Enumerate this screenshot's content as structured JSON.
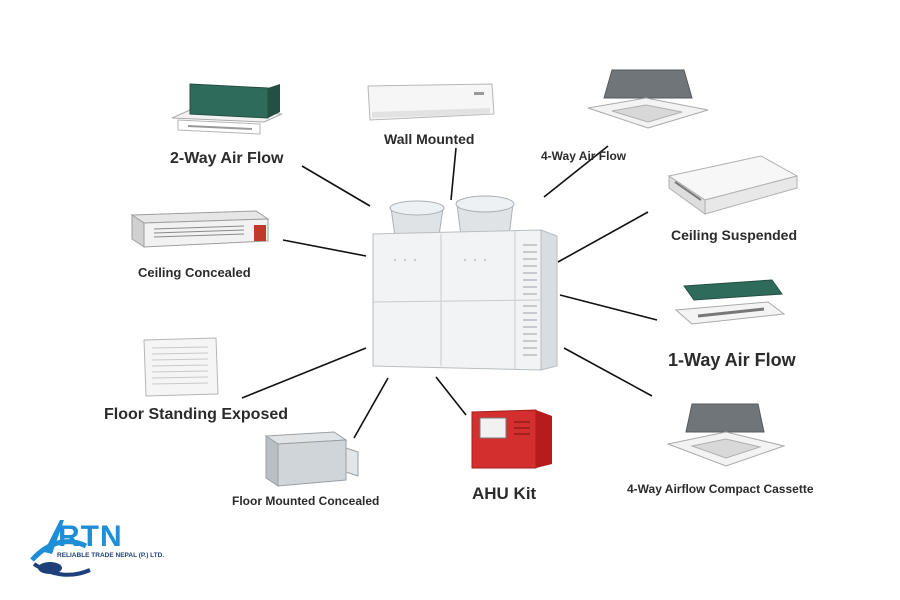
{
  "diagram": {
    "central_unit": {
      "icon": "outdoor-vrf-unit-icon"
    },
    "indoor_units": [
      {
        "id": "two-way",
        "label": "2-Way Air Flow",
        "icon": "two-way-cassette-icon"
      },
      {
        "id": "wall",
        "label": "Wall Mounted",
        "icon": "wall-mounted-ac-icon"
      },
      {
        "id": "four-way",
        "label": "4-Way Air Flow",
        "icon": "four-way-cassette-icon"
      },
      {
        "id": "ceiling-suspended",
        "label": "Ceiling Suspended",
        "icon": "ceiling-suspended-ac-icon"
      },
      {
        "id": "ceiling-concealed",
        "label": "Ceiling Concealed",
        "icon": "ceiling-concealed-duct-icon"
      },
      {
        "id": "one-way",
        "label": "1-Way Air Flow",
        "icon": "one-way-cassette-icon"
      },
      {
        "id": "floor-standing",
        "label": "Floor Standing Exposed",
        "icon": "floor-standing-ac-icon"
      },
      {
        "id": "floor-concealed",
        "label": "Floor Mounted Concealed",
        "icon": "floor-concealed-ac-icon"
      },
      {
        "id": "ahu",
        "label": "AHU Kit",
        "icon": "ahu-kit-icon"
      },
      {
        "id": "compact-cassette",
        "label": "4-Way Airflow Compact Cassette",
        "icon": "compact-cassette-icon"
      }
    ]
  },
  "logo": {
    "name": "RTN",
    "tagline": "RELIABLE TRADE NEPAL (P.) LTD.",
    "colors": {
      "primary": "#1e8fd6",
      "secondary": "#1f3f7a"
    }
  }
}
